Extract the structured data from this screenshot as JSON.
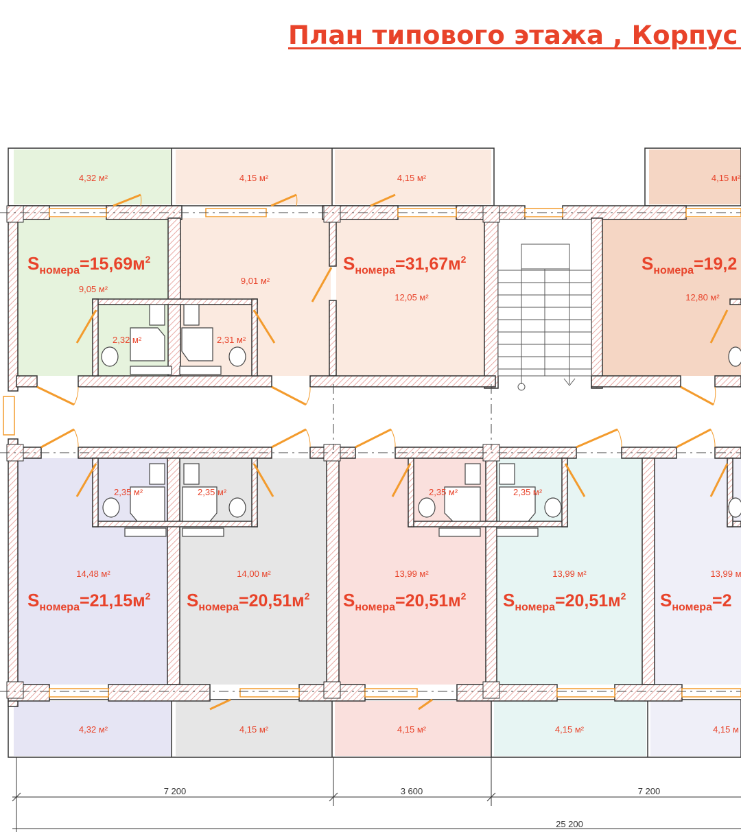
{
  "title": "План типового этажа , Корпус А",
  "s_prefix": "S",
  "s_sub": "номера",
  "unit_sq": "м",
  "unit_sup": "2",
  "colors": {
    "accent": "#e8432a",
    "green": "#e6f3dd",
    "peach": "#fbeae0",
    "salmon": "#f5d6c4",
    "lavender": "#e6e5f4",
    "grey": "#e6e6e6",
    "pink": "#fae0dd",
    "mint": "#e7f5f3",
    "lightlav": "#efeff8",
    "wall": "#e8a9a4",
    "door": "#f39b2d"
  },
  "top_balconies": [
    "4,32 м²",
    "4,15 м²",
    "4,15 м²",
    "4,15 м²"
  ],
  "top_rooms": [
    {
      "s_value": "=15,69м",
      "room_area": "9,05 м²",
      "bath_area": "2,32 м²"
    },
    {
      "s_value": "",
      "room_area": "9,01 м²",
      "bath_area": "2,31 м²"
    },
    {
      "s_value": "=31,67м",
      "room_area": "12,05 м²",
      "bath_area": ""
    },
    {
      "s_value": "=19,2",
      "room_area": "12,80 м²",
      "bath_area": ""
    }
  ],
  "bottom_rooms": [
    {
      "s_value": "=21,15м",
      "room_area": "14,48 м²",
      "bath_area": "2,35 м²"
    },
    {
      "s_value": "=20,51м",
      "room_area": "14,00 м²",
      "bath_area": "2,35 м²"
    },
    {
      "s_value": "=20,51м",
      "room_area": "13,99 м²",
      "bath_area": "2,35 м²"
    },
    {
      "s_value": "=20,51м",
      "room_area": "13,99 м²",
      "bath_area": "2,35 м²"
    },
    {
      "s_value": "=2",
      "room_area": "13,99 м",
      "bath_area": ""
    }
  ],
  "bottom_balconies": [
    "4,32 м²",
    "4,15 м²",
    "4,15 м²",
    "4,15 м²",
    "4,15 м"
  ],
  "dimensions": {
    "d1": "7 200",
    "d2": "3 600",
    "d3": "7 200",
    "total": "25 200"
  }
}
